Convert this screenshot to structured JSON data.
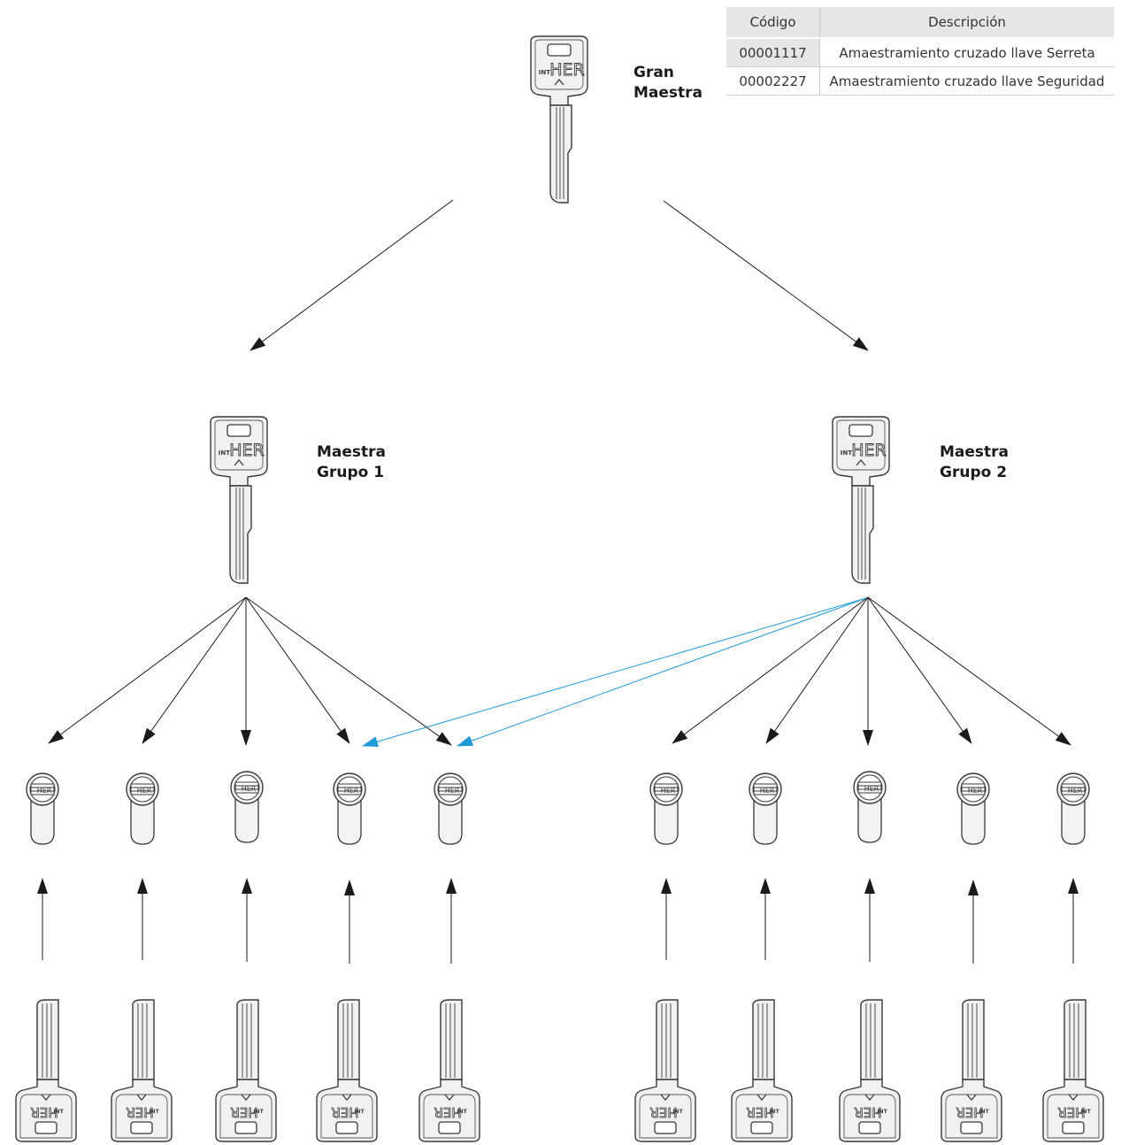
{
  "labels": {
    "grand_master": [
      "Gran",
      "Maestra"
    ],
    "master_group_1": [
      "Maestra",
      "Grupo 1"
    ],
    "master_group_2": [
      "Maestra",
      "Grupo 2"
    ]
  },
  "table": {
    "headers": [
      "Código",
      "Descripción"
    ],
    "rows": [
      {
        "code": "00001117",
        "description": "Amaestramiento cruzado llave Serreta"
      },
      {
        "code": "00002227",
        "description": "Amaestramiento cruzado llave Seguridad"
      }
    ]
  },
  "key_brand": {
    "prefix": "INT",
    "name": "HER"
  },
  "colors": {
    "arrow": "#1a1a1a",
    "cross_arrow": "#1e9ad6",
    "metal_fill": "#f1f1f1",
    "metal_stroke": "#3a3a3a"
  },
  "groups": [
    {
      "name": "Grupo 1",
      "cylinders": 5,
      "user_keys": 5
    },
    {
      "name": "Grupo 2",
      "cylinders": 5,
      "user_keys": 5,
      "cross_master_cylinders": [
        4,
        5
      ]
    }
  ]
}
